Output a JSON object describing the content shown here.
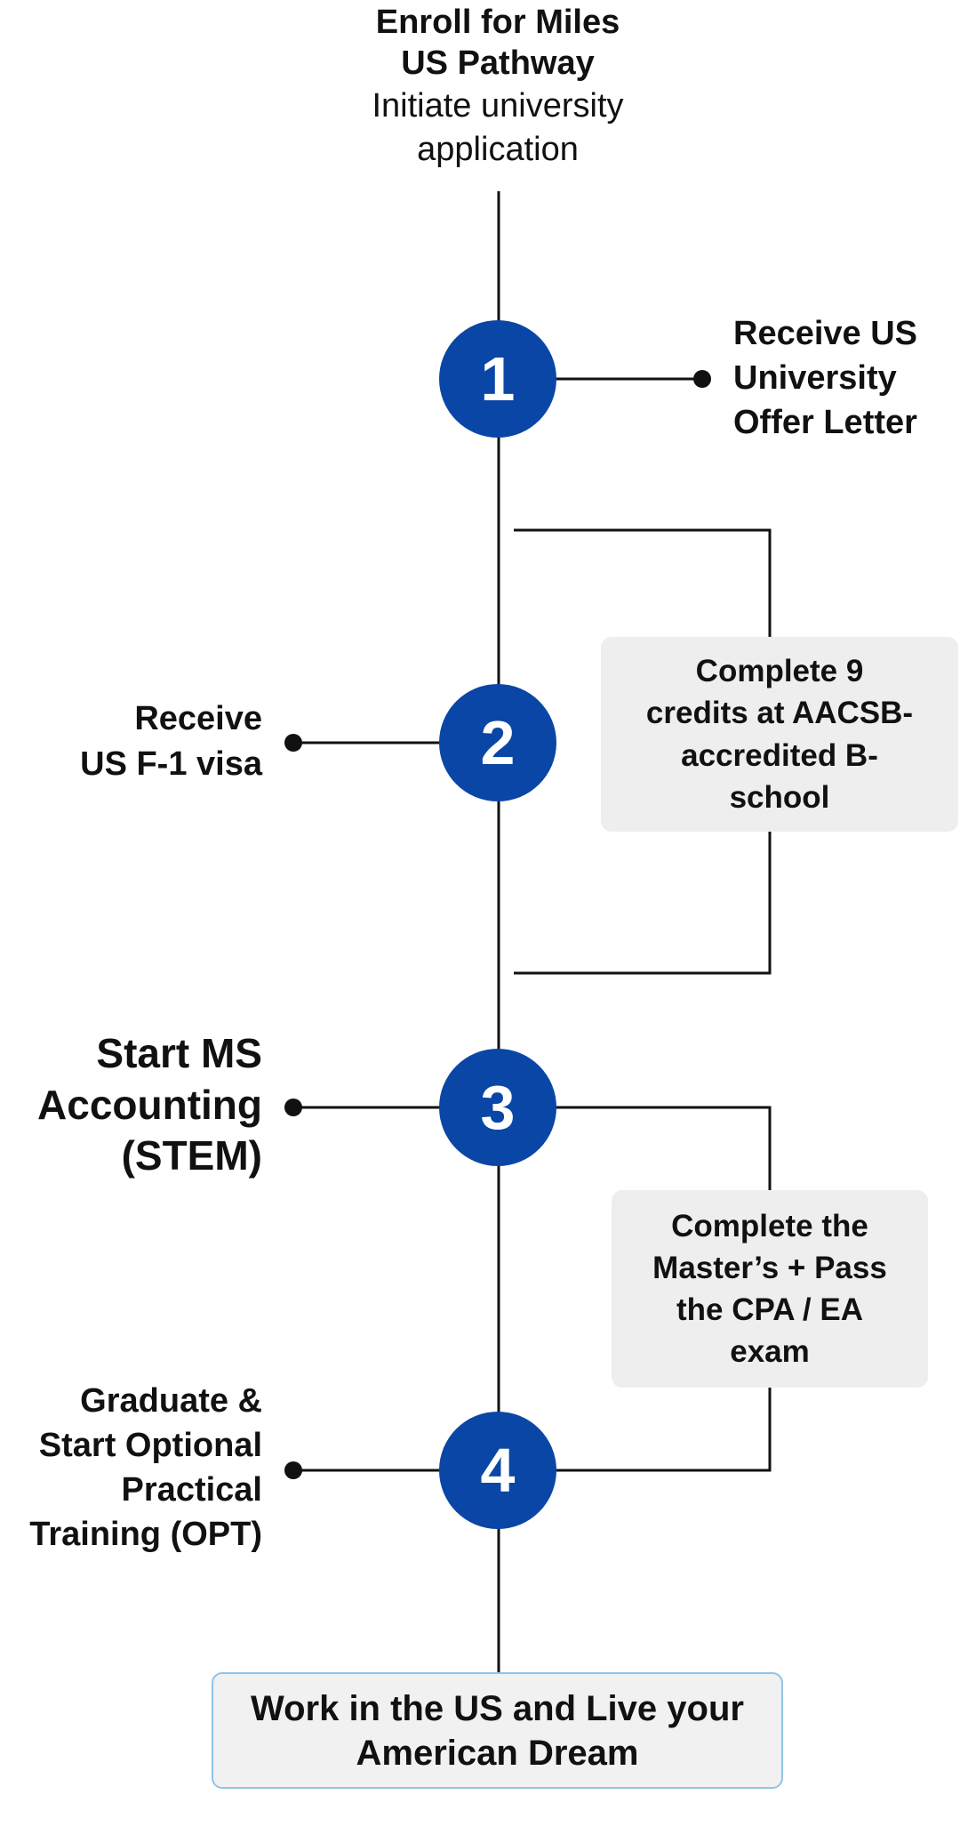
{
  "start": {
    "title_line1": "Enroll for Miles",
    "title_line2": "US Pathway",
    "subtitle_line1": "Initiate university",
    "subtitle_line2": "application"
  },
  "steps": [
    {
      "number": "1",
      "label_lines": [
        "Receive US",
        "University",
        "Offer Letter"
      ]
    },
    {
      "number": "2",
      "label_lines": [
        "Receive",
        "US F-1 visa"
      ]
    },
    {
      "number": "3",
      "label_lines": [
        "Start MS",
        "Accounting",
        "(STEM)"
      ]
    },
    {
      "number": "4",
      "label_lines": [
        "Graduate &",
        "Start Optional",
        "Practical",
        "Training (OPT)"
      ]
    }
  ],
  "notes": [
    {
      "lines": [
        "Complete 9",
        "credits at AACSB-",
        "accredited B-",
        "school"
      ]
    },
    {
      "lines": [
        "Complete the",
        "Master’s + Pass",
        "the CPA / EA",
        "exam"
      ]
    }
  ],
  "final": {
    "line1": "Work in the US and Live your",
    "line2": "American Dream"
  },
  "colors": {
    "circle": "#0a46a6",
    "line": "#111111",
    "box": "#eeeeee",
    "final_border": "#8fc4ea"
  }
}
